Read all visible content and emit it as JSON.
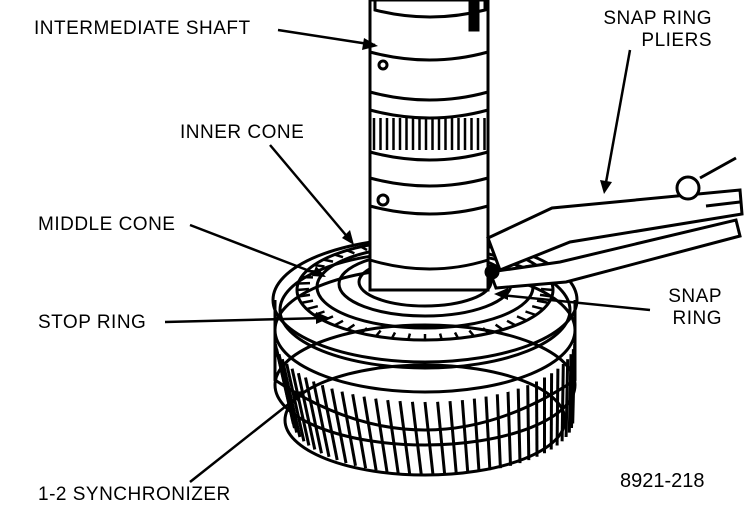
{
  "labels": {
    "intermediate_shaft": "INTERMEDIATE SHAFT",
    "snap_ring_pliers_line1": "SNAP RING",
    "snap_ring_pliers_line2": "PLIERS",
    "inner_cone": "INNER CONE",
    "middle_cone": "MIDDLE CONE",
    "stop_ring": "STOP RING",
    "snap_ring_line1": "SNAP",
    "snap_ring_line2": "RING",
    "synchronizer": "1-2 SYNCHRONIZER"
  },
  "figure_number": "8921-218",
  "colors": {
    "ink": "#000000",
    "paper": "#ffffff"
  }
}
